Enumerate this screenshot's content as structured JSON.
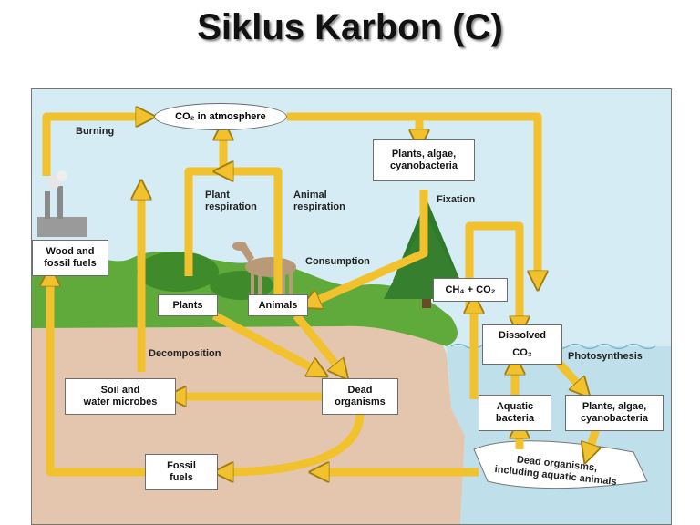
{
  "title": "Siklus Karbon (C)",
  "nodes": {
    "co2_atmosphere": "CO₂ in atmosphere",
    "plants_algae_top": "Plants, algae,\ncyanobacteria",
    "wood_fossil": "Wood and\nfossil fuels",
    "plants": "Plants",
    "animals": "Animals",
    "ch4_co2": "CH₄ + CO₂",
    "dissolved": "Dissolved",
    "dissolved_co2": "CO₂",
    "soil_microbes": "Soil and\nwater microbes",
    "dead_organisms": "Dead\norganisms",
    "aquatic_bacteria": "Aquatic\nbacteria",
    "plants_algae_bottom": "Plants, algae,\ncyanobacteria",
    "fossil_fuels": "Fossil\nfuels",
    "dead_aquatic": "Dead organisms,\nincluding aquatic animals"
  },
  "labels": {
    "burning": "Burning",
    "plant_respiration": "Plant\nrespiration",
    "animal_respiration": "Animal\nrespiration",
    "fixation": "Fixation",
    "consumption": "Consumption",
    "decomposition": "Decomposition",
    "photosynthesis": "Photosynthesis"
  },
  "colors": {
    "arrow": "#f2c12e",
    "arrow_edge": "#a07d12",
    "soil": "#e3c6ad",
    "grass": "#5faa3b",
    "water": "#bfe0ea",
    "sky": "#d6ecf4"
  }
}
